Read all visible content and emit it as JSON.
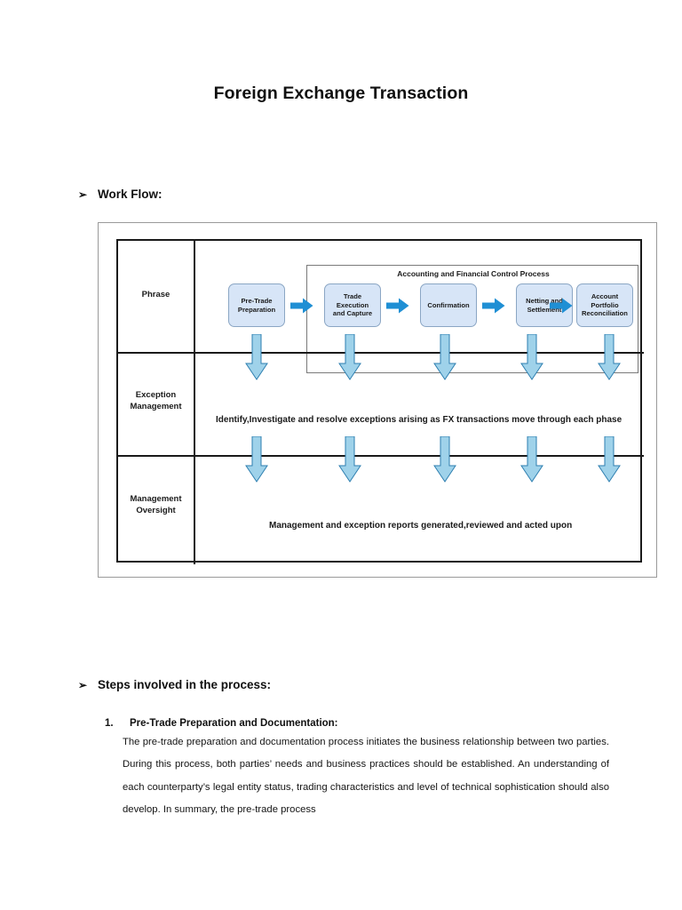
{
  "document": {
    "title": "Foreign Exchange Transaction"
  },
  "sections": {
    "workflow": {
      "bullet": "➢",
      "heading": "Work Flow:"
    },
    "steps": {
      "bullet": "➢",
      "heading": "Steps involved in the process:"
    }
  },
  "diagram": {
    "inner_group_label": "Accounting and Financial Control Process",
    "rows": [
      {
        "label": "Phrase",
        "body": ""
      },
      {
        "label": "Exception\nManagement",
        "body": "Identify,Investigate and resolve exceptions arising as FX transactions move through each phase"
      },
      {
        "label": "Management\nOversight",
        "body": "Management and exception reports generated,reviewed and acted upon"
      }
    ],
    "row_labels": {
      "phrase": "Phrase",
      "exception_line1": "Exception",
      "exception_line2": "Management",
      "oversight_line1": "Management",
      "oversight_line2": "Oversight"
    },
    "row_bodies": {
      "exception": "Identify,Investigate and resolve exceptions arising as FX transactions move through each phase",
      "oversight": "Management and exception reports generated,reviewed and acted upon"
    },
    "process_boxes": [
      {
        "line1": "Pre-Trade",
        "line2": "Preparation"
      },
      {
        "line1": "Trade Execution",
        "line2": "and Capture"
      },
      {
        "line1": "Confirmation",
        "line2": ""
      },
      {
        "line1": "Netting and",
        "line2": "Settlement"
      },
      {
        "line1": "Account Portfolio",
        "line2": "Reconciliation"
      }
    ],
    "colors": {
      "box_fill": "#d7e5f7",
      "box_border": "#8ba6c4",
      "right_arrow": "#1f8fd4",
      "down_arrow_fill": "#9fd2ea",
      "down_arrow_border": "#2e7fb0",
      "table_border": "#1a1a1a",
      "frame_border": "#9a9a9a"
    }
  },
  "steps_list": [
    {
      "number": "1.",
      "title": "Pre-Trade Preparation and Documentation:",
      "paragraph": "The pre-trade preparation and documentation process initiates the business relationship between two parties. During this process, both parties’ needs and business practices should be established. An understanding of each counterparty’s legal entity status, trading characteristics and level of technical sophistication should also develop. In summary, the pre-trade process"
    }
  ]
}
